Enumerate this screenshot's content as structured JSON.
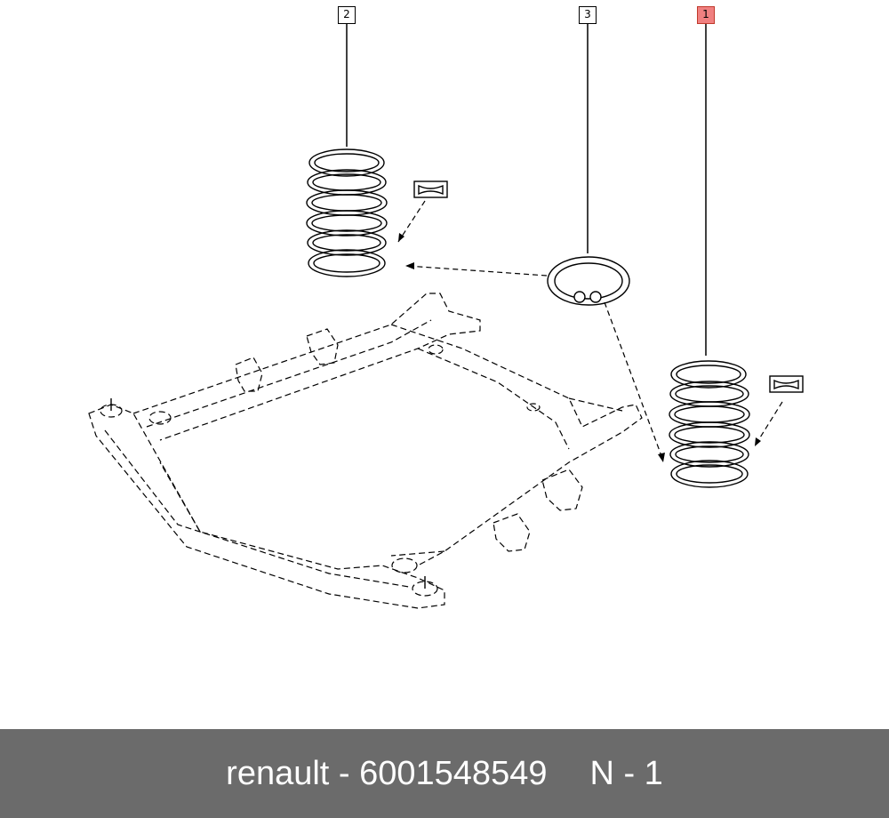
{
  "callouts": [
    {
      "id": "2",
      "label": "2",
      "highlighted": false
    },
    {
      "id": "3",
      "label": "3",
      "highlighted": false
    },
    {
      "id": "1",
      "label": "1",
      "highlighted": true
    }
  ],
  "footer": {
    "brand_part": "renault - 6001548549",
    "ref": "N - 1"
  },
  "colors": {
    "highlight": "#f08080",
    "footer_bg": "#6b6b6b",
    "footer_text": "#ffffff",
    "line": "#000000"
  },
  "icons": [
    "coil-spring-icon",
    "spring-insulator-ring-icon",
    "subframe-icon",
    "lubricant-symbol-icon"
  ]
}
